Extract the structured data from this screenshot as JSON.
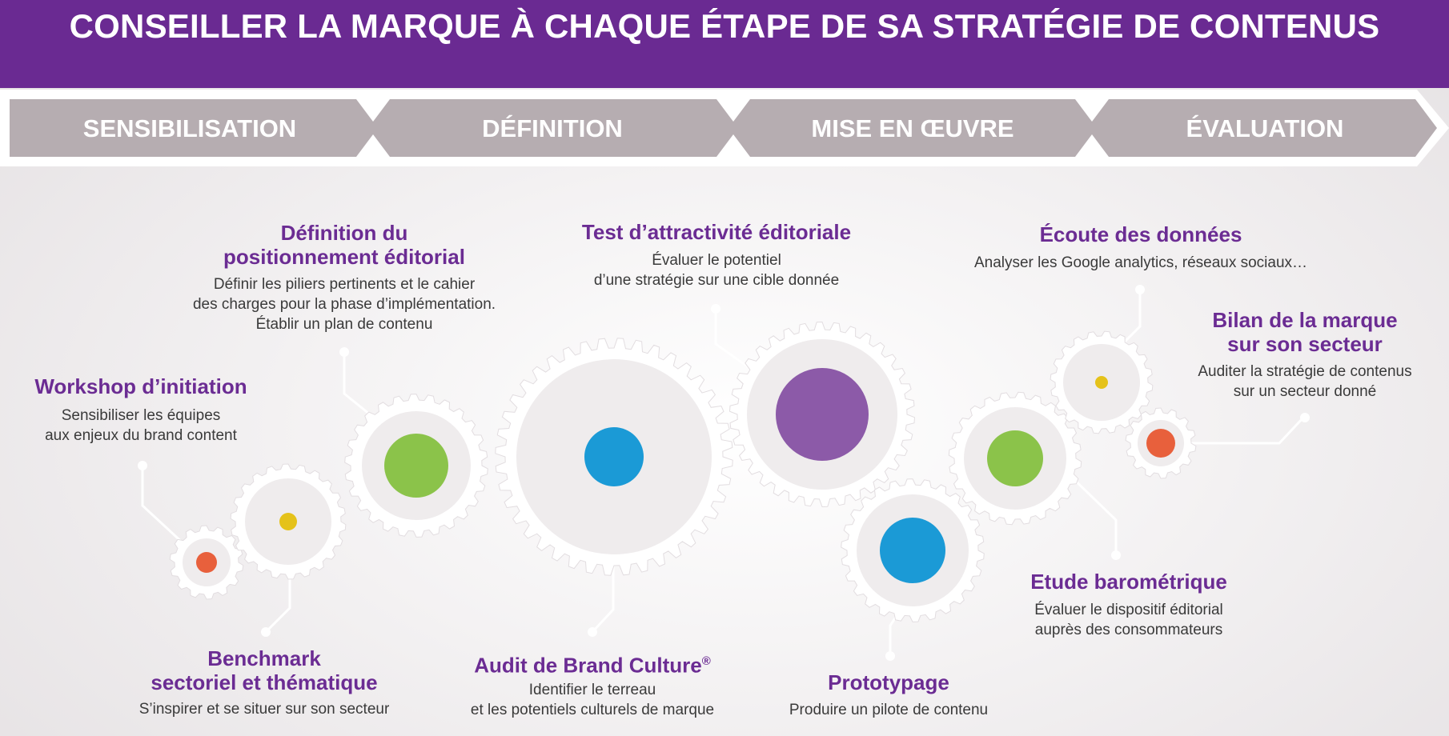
{
  "header": {
    "title": "CONSEILLER LA MARQUE À CHAQUE ÉTAPE DE SA STRATÉGIE DE CONTENUS",
    "color": "#6a2a92"
  },
  "phases": [
    {
      "label": "SENSIBILISATION"
    },
    {
      "label": "DÉFINITION"
    },
    {
      "label": "MISE EN ŒUVRE"
    },
    {
      "label": "ÉVALUATION"
    }
  ],
  "colors": {
    "purple": "#8c5aa8",
    "green": "#8bc34a",
    "blue": "#1b9ad6",
    "yellow": "#e5c21a",
    "red": "#e8603c",
    "phase_bar": "#b6adb1",
    "text_title": "#6b2c93"
  },
  "steps": {
    "workshop": {
      "title": "Workshop d’initiation",
      "desc": "Sensibiliser les équipes\naux enjeux du brand content"
    },
    "positionnement": {
      "title": "Définition du\npositionnement éditorial",
      "desc": "Définir les piliers pertinents et le cahier\ndes charges pour la phase d’implémentation.\nÉtablir un plan de contenu"
    },
    "benchmark": {
      "title": "Benchmark\nsectoriel et thématique",
      "desc": "S’inspirer et se situer sur son secteur"
    },
    "audit": {
      "title": "Audit de Brand Culture",
      "title_mark": "®",
      "desc": "Identifier le terreau\net les potentiels culturels de marque"
    },
    "test": {
      "title": "Test d’attractivité éditoriale",
      "desc": "Évaluer le potentiel\nd’une stratégie sur une cible donnée"
    },
    "prototypage": {
      "title": "Prototypage",
      "desc": "Produire un pilote de contenu"
    },
    "ecoute": {
      "title": "Écoute des données",
      "desc": "Analyser les Google analytics, réseaux sociaux…"
    },
    "bilan": {
      "title": "Bilan de la marque\nsur son secteur",
      "desc": "Auditer la stratégie de contenus\nsur un secteur donné"
    },
    "etude": {
      "title": "Etude barométrique",
      "desc": "Évaluer le dispositif éditorial\nauprès des consommateurs"
    }
  }
}
